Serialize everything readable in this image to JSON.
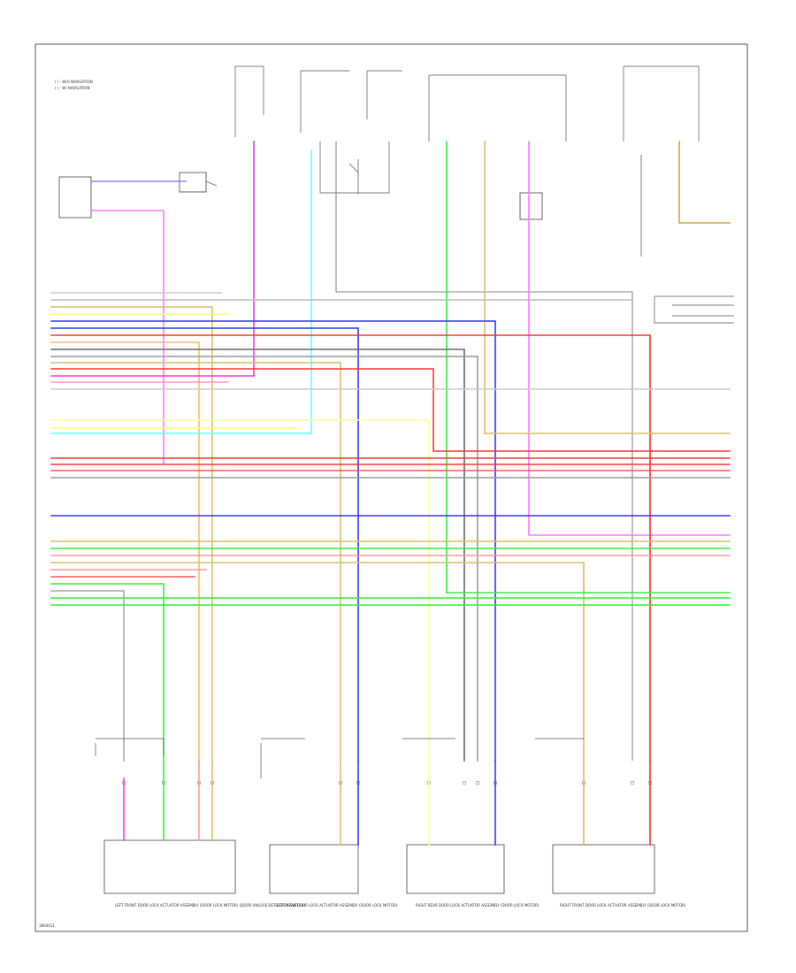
{
  "legend": {
    "item_1": "( ) : W/O NAVIGATION",
    "item_2": "( ) : W/ NAVIGATION"
  },
  "footer_code": "3804011",
  "colors": {
    "magenta": "#ff33ff",
    "cyan": "#66ffff",
    "gray": "#999999",
    "light_gray": "#cccccc",
    "green": "#33ee33",
    "tan": "#d9bf66",
    "yellow": "#ffff66",
    "blue": "#3333ff",
    "red": "#ff3333",
    "pink": "#ff9999",
    "dark_gray": "#666666",
    "black": "#222222",
    "orange": "#ffbb66"
  },
  "bottom_modules": [
    {
      "label": "LEFT FRONT DOOR LOCK ACTUATOR ASSEMBLY (DOOR LOCK MOTOR) (DOOR UNLOCK DETECTION SWITCH)"
    },
    {
      "label": "LEFT REAR DOOR LOCK ACTUATOR ASSEMBLY (DOOR LOCK MOTOR)"
    },
    {
      "label": "RIGHT REAR DOOR LOCK ACTUATOR ASSEMBLY (DOOR LOCK MOTOR)"
    },
    {
      "label": "RIGHT FRONT DOOR LOCK ACTUATOR ASSEMBLY (DOOR LOCK MOTOR)"
    }
  ]
}
